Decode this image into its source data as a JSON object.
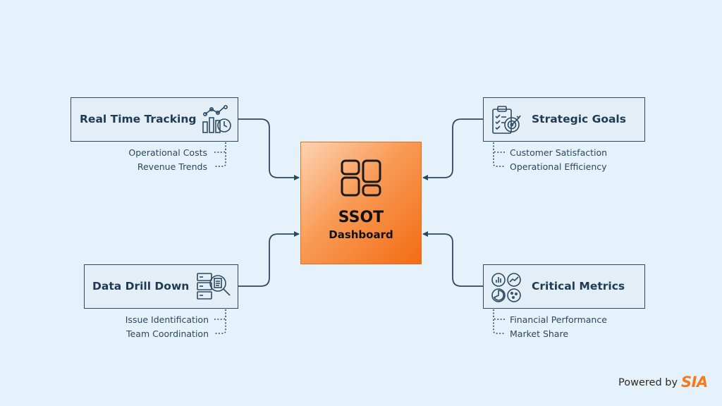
{
  "center": {
    "title": "SSOT",
    "subtitle": "Dashboard"
  },
  "nodes": {
    "real_time_tracking": {
      "title": "Real Time Tracking",
      "icon": "chart-clock-icon",
      "items": [
        "Operational Costs",
        "Revenue Trends"
      ]
    },
    "strategic_goals": {
      "title": "Strategic Goals",
      "icon": "clipboard-target-icon",
      "items": [
        "Customer Satisfaction",
        "Operational Efficiency"
      ]
    },
    "data_drill_down": {
      "title": "Data Drill Down",
      "icon": "server-magnifier-icon",
      "items": [
        "Issue Identification",
        "Team Coordination"
      ]
    },
    "critical_metrics": {
      "title": "Critical Metrics",
      "icon": "metrics-grid-icon",
      "items": [
        "Financial Performance",
        "Market Share"
      ]
    }
  },
  "footer": {
    "powered_by": "Powered by",
    "brand": "SIA"
  },
  "colors": {
    "background": "#e6f2fb",
    "node_fill": "#e3eef7",
    "node_border": "#2d4a64",
    "accent": "#f47a1f",
    "center_gradient_start": "#fcd3b3",
    "center_gradient_end": "#f36c14"
  }
}
